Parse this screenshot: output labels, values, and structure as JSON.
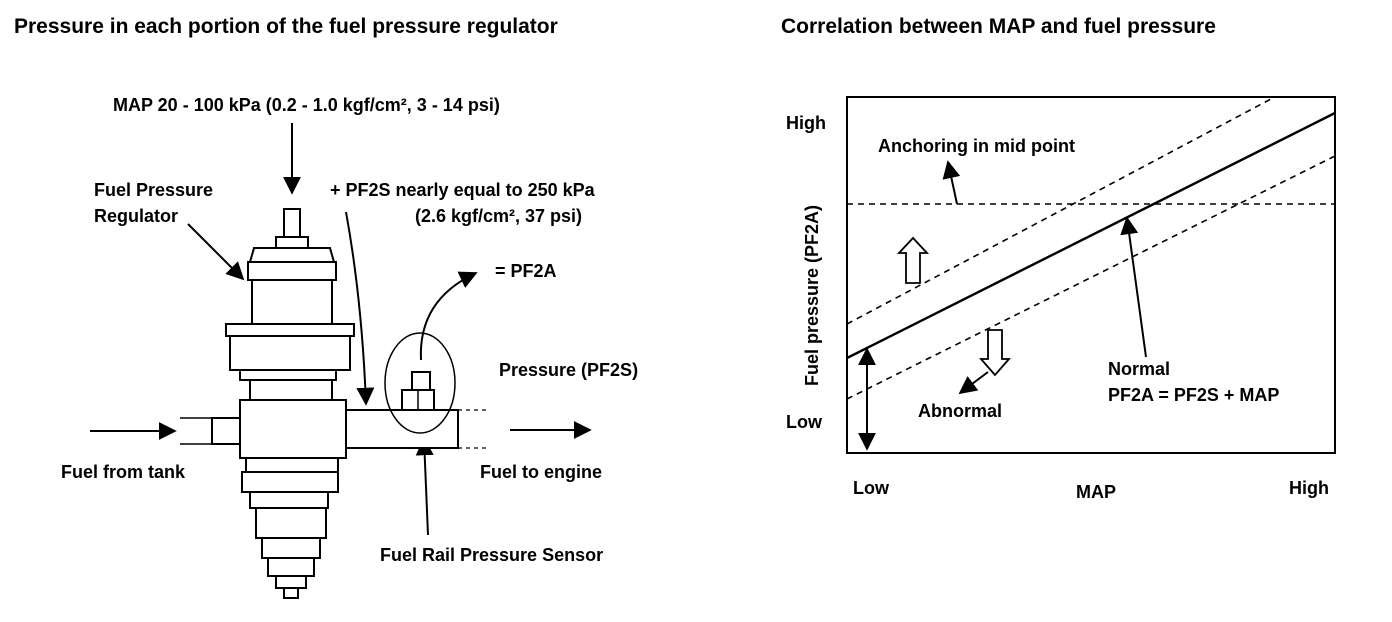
{
  "left": {
    "title": "Pressure in each portion of the fuel pressure regulator",
    "map_label": "MAP 20 - 100 kPa (0.2 - 1.0 kgf/cm², 3 - 14 psi)",
    "regulator_line1": "Fuel Pressure",
    "regulator_line2": "Regulator",
    "pf2s_line1": "+ PF2S nearly equal to 250 kPa",
    "pf2s_line2": "(2.6 kgf/cm², 37 psi)",
    "pf2a_label": "= PF2A",
    "pressure_label": "Pressure (PF2S)",
    "fuel_in": "Fuel from tank",
    "fuel_out": "Fuel to engine",
    "sensor_label": "Fuel Rail Pressure Sensor"
  },
  "right": {
    "title": "Correlation between MAP and fuel pressure",
    "y_high": "High",
    "y_low": "Low",
    "y_axis_label": "Fuel pressure (PF2A)",
    "x_low": "Low",
    "x_high": "High",
    "x_axis_label": "MAP",
    "anchoring_label": "Anchoring in mid point",
    "normal_label": "Normal",
    "formula_label": "PF2A = PF2S + MAP",
    "abnormal_label": "Abnormal"
  },
  "icons": [
    "flow-arrow-icon",
    "up-hollow-arrow-icon",
    "down-hollow-arrow-icon"
  ]
}
